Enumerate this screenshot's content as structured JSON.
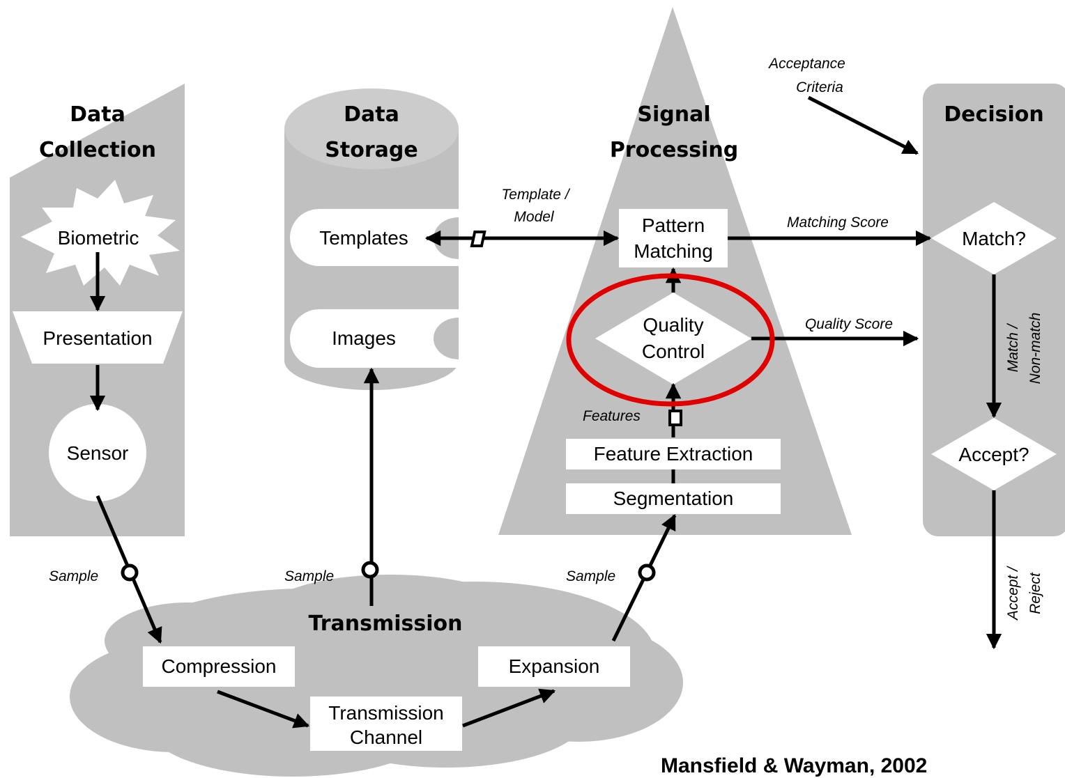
{
  "sections": {
    "collection": [
      "Data",
      "Collection"
    ],
    "storage": [
      "Data",
      "Storage"
    ],
    "processing": [
      "Signal",
      "Processing"
    ],
    "decision": "Decision",
    "transmission": "Transmission"
  },
  "boxes": {
    "biometric": "Biometric",
    "presentation": "Presentation",
    "sensor": "Sensor",
    "templates": "Templates",
    "images": "Images",
    "pattern": [
      "Pattern",
      "Matching"
    ],
    "quality": [
      "Quality",
      "Control"
    ],
    "feature": "Feature Extraction",
    "segmentation": "Segmentation",
    "match": "Match?",
    "accept": "Accept?",
    "compression": "Compression",
    "channel": [
      "Transmission",
      "Channel"
    ],
    "expansion": "Expansion"
  },
  "labels": {
    "acceptance": [
      "Acceptance",
      "Criteria"
    ],
    "template_model": [
      "Template /",
      "Model"
    ],
    "matching_score": "Matching Score",
    "quality_score": "Quality Score",
    "features": "Features",
    "match_nonmatch": [
      "Match /",
      "Non-match"
    ],
    "accept_reject": [
      "Accept /",
      "Reject"
    ],
    "sample": "Sample"
  },
  "citation": "Mansfield & Wayman, 2002",
  "colors": {
    "background": "#ffffff",
    "panel": "#c0c0c0",
    "highlight": "#e00000"
  }
}
